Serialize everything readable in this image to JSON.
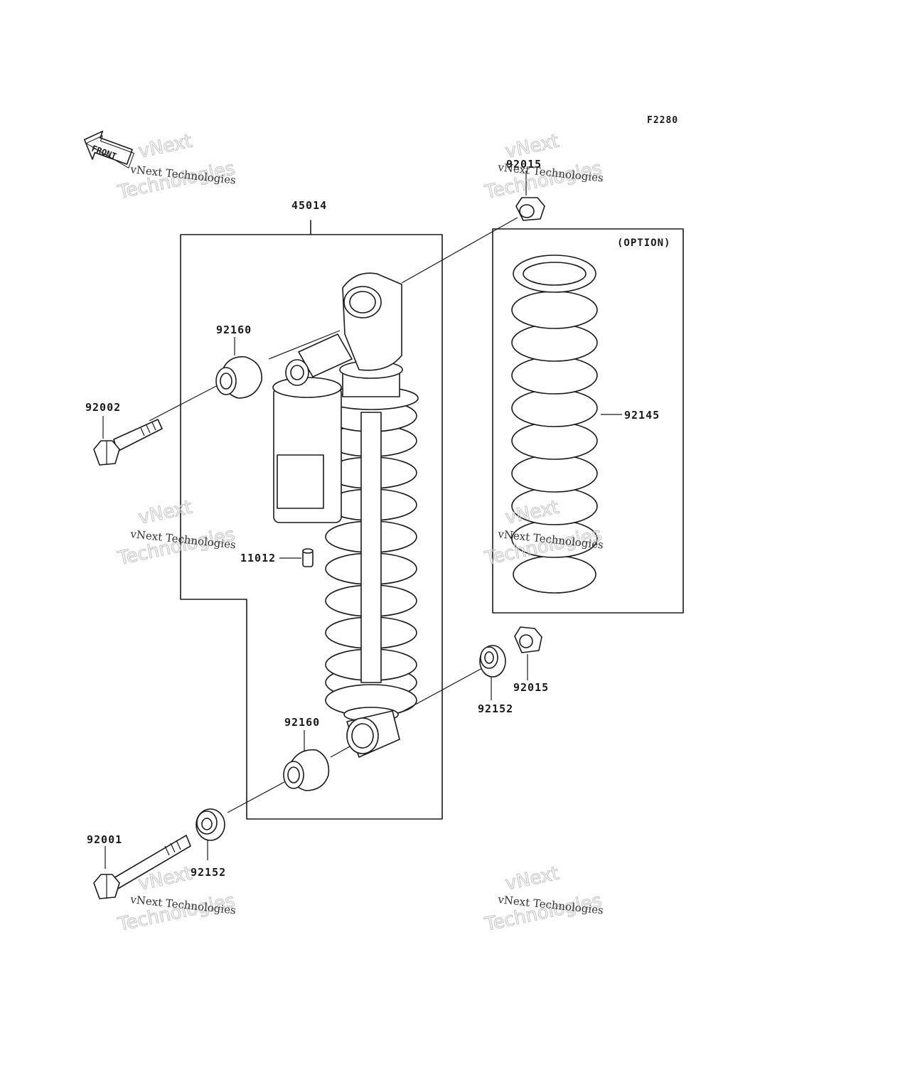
{
  "figure_code": "F2280",
  "front_label": "FRONT",
  "option_label": "(OPTION)",
  "watermark": {
    "line1": "vNext Technologies",
    "line2": "vNext",
    "line3": "Technologies"
  },
  "parts": {
    "shock_assembly": "45014",
    "top_nut": "92015",
    "upper_collar": "92160",
    "upper_bolt": "92002",
    "grease_nipple": "11012",
    "spring": "92145",
    "lower_washer_right": "92152",
    "lower_nut": "92015",
    "lower_collar": "92160",
    "lower_bolt": "92001",
    "lower_washer_left": "92152"
  }
}
